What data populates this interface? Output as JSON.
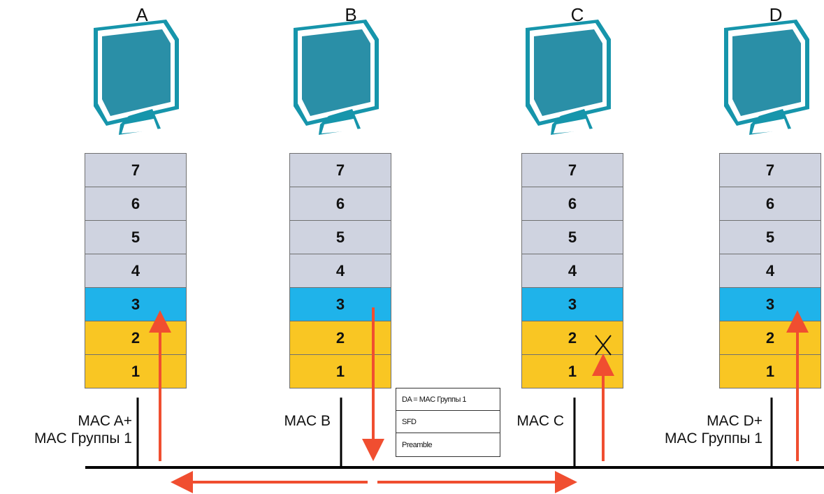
{
  "stations": [
    {
      "letter": "A",
      "mac": [
        "MAC A+",
        "MAC Группы 1"
      ]
    },
    {
      "letter": "B",
      "mac": [
        "MAC B"
      ]
    },
    {
      "letter": "C",
      "mac": [
        "MAC C"
      ]
    },
    {
      "letter": "D",
      "mac": [
        "MAC D+",
        "MAC Группы 1"
      ]
    }
  ],
  "layers": [
    "7",
    "6",
    "5",
    "4",
    "3",
    "2",
    "1"
  ],
  "frame": {
    "fields": [
      "DA = MAC Группы 1",
      "SFD",
      "Preamble"
    ]
  },
  "colors": {
    "upper_layers": "#cfd3e0",
    "network_layer": "#1fb3ea",
    "lower_layers": "#f9c623",
    "arrows": "#f04e30",
    "bus": "#000000",
    "monitor": "#1695ab",
    "screen": "#2a8fa7"
  }
}
